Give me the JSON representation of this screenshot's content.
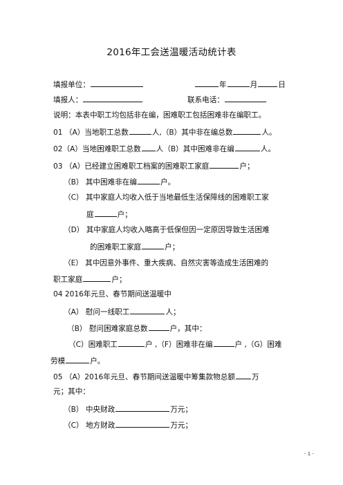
{
  "title": "2016年工会送温暖活动统计表",
  "header": {
    "unit_label": "填报单位：",
    "year": "年",
    "month": "月",
    "day": "日",
    "filler_label": "填报人：",
    "phone_label": "联系电话："
  },
  "note": "说明：本表中职工均包括非在编，困难职工包括困难非在编职工。",
  "items": {
    "i01_a": "01 （A）当地职工总数",
    "i01_b": "人,（B）其中非在编总数",
    "i01_c": "人。",
    "i02_a": "02（A）当地困难职工总数",
    "i02_b": "人（B）其中困难非在编",
    "i02_c": "人。",
    "i03_a": "03 （A）已经建立困难职工档案的困难职工家庭",
    "i03_a2": "户；",
    "i03_b": "（B） 其中困难非在编",
    "i03_b2": "户。",
    "i03_c1": "（C） 其中家庭人均收入低于当地最低生活保障线的困难职工家",
    "i03_c2": "庭",
    "i03_c3": "户；",
    "i03_d1": "（D） 其中家庭人均收入略高于低保但因一定原因导致生活困难",
    "i03_d2": "的困难职工家庭",
    "i03_d3": "户；",
    "i03_e1": "（E） 其中因意外事件、重大疾病、自然灾害等造成生活困难的",
    "i03_e2": "职工家庭",
    "i03_e3": "户；",
    "i04": "04 2016年元旦、春节期间送温暖中",
    "i04_a": "（A） 慰问一线职工",
    "i04_a2": "人；",
    "i04_b": "（B） 慰问困难家庭总数",
    "i04_b2": "户，其中：",
    "i04_c1": "（C）困难职工",
    "i04_c2": "户 ,（F）困难非在编",
    "i04_c3": "户 ,（G）困难",
    "i04_c4": "劳模",
    "i04_c5": "户。",
    "i05_a": "05 （A）2016年元旦、春节期间送温暖中筹集款物总额",
    "i05_a2": "万",
    "i05_a3": "元；其中：",
    "i05_b": "（B） 中央财政",
    "i05_b2": "万元；",
    "i05_c": "（C） 地方财政",
    "i05_c2": "万元；"
  },
  "page_number": "- 1 -"
}
